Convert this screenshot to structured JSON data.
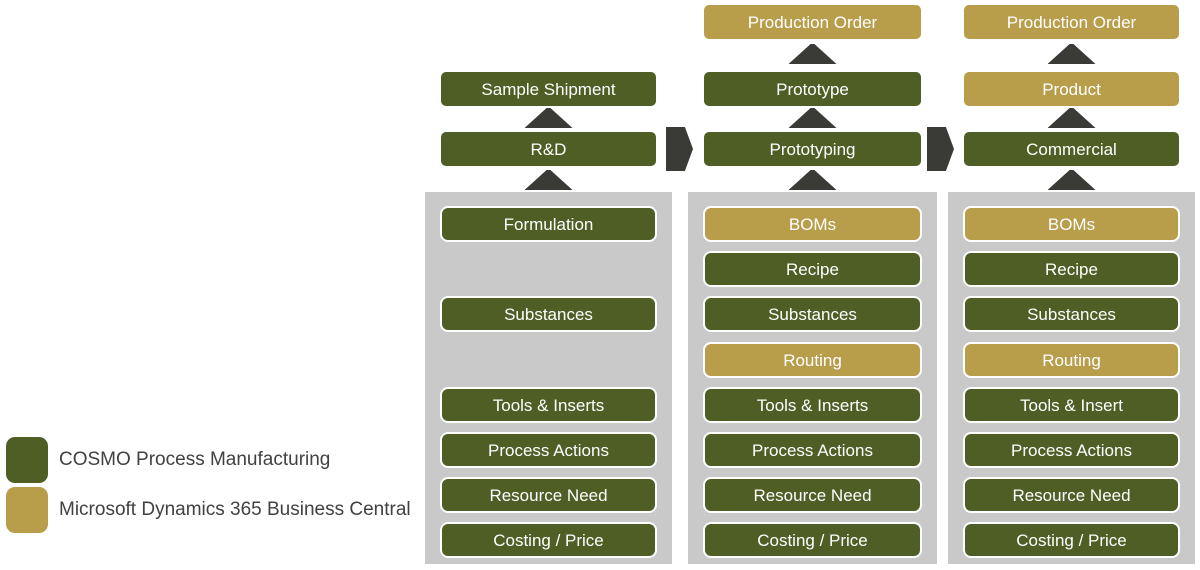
{
  "colors": {
    "cosmo_green": "#4f5e25",
    "bc_gold": "#b89d4a",
    "arrow_dark": "#3a3a37",
    "panel_gray": "#c8c9c8",
    "legend_text": "#414141",
    "box_text": "#ffffff"
  },
  "legend": {
    "items": [
      {
        "label": "COSMO Process Manufacturing",
        "product": "cosmo"
      },
      {
        "label": "Microsoft Dynamics 365 Business Central",
        "product": "bc"
      }
    ]
  },
  "columns": [
    {
      "name": "R&D",
      "stage": [
        {
          "label": "Sample Shipment",
          "product": "cosmo",
          "row": 1
        },
        {
          "label": "R&D",
          "product": "cosmo",
          "row": 2
        }
      ],
      "panel": [
        {
          "label": "Formulation",
          "product": "cosmo",
          "row": 0
        },
        {
          "label": "Substances",
          "product": "cosmo",
          "row": 2
        },
        {
          "label": "Tools & Inserts",
          "product": "cosmo",
          "row": 4
        },
        {
          "label": "Process Actions",
          "product": "cosmo",
          "row": 5
        },
        {
          "label": "Resource Need",
          "product": "cosmo",
          "row": 6
        },
        {
          "label": "Costing / Price",
          "product": "cosmo",
          "row": 7
        }
      ]
    },
    {
      "name": "Prototyping",
      "stage": [
        {
          "label": "Production Order",
          "product": "bc",
          "row": 0
        },
        {
          "label": "Prototype",
          "product": "cosmo",
          "row": 1
        },
        {
          "label": "Prototyping",
          "product": "cosmo",
          "row": 2
        }
      ],
      "panel": [
        {
          "label": "BOMs",
          "product": "bc",
          "row": 0
        },
        {
          "label": "Recipe",
          "product": "cosmo",
          "row": 1
        },
        {
          "label": "Substances",
          "product": "cosmo",
          "row": 2
        },
        {
          "label": "Routing",
          "product": "bc",
          "row": 3
        },
        {
          "label": "Tools & Inserts",
          "product": "cosmo",
          "row": 4
        },
        {
          "label": "Process Actions",
          "product": "cosmo",
          "row": 5
        },
        {
          "label": "Resource Need",
          "product": "cosmo",
          "row": 6
        },
        {
          "label": "Costing / Price",
          "product": "cosmo",
          "row": 7
        }
      ]
    },
    {
      "name": "Commercial",
      "stage": [
        {
          "label": "Production Order",
          "product": "bc",
          "row": 0
        },
        {
          "label": "Product",
          "product": "bc",
          "row": 1
        },
        {
          "label": "Commercial",
          "product": "cosmo",
          "row": 2
        }
      ],
      "panel": [
        {
          "label": "BOMs",
          "product": "bc",
          "row": 0
        },
        {
          "label": "Recipe",
          "product": "cosmo",
          "row": 1
        },
        {
          "label": "Substances",
          "product": "cosmo",
          "row": 2
        },
        {
          "label": "Routing",
          "product": "bc",
          "row": 3
        },
        {
          "label": "Tools & Insert",
          "product": "cosmo",
          "row": 4
        },
        {
          "label": "Process Actions",
          "product": "cosmo",
          "row": 5
        },
        {
          "label": "Resource Need",
          "product": "cosmo",
          "row": 6
        },
        {
          "label": "Costing / Price",
          "product": "cosmo",
          "row": 7
        }
      ]
    }
  ]
}
